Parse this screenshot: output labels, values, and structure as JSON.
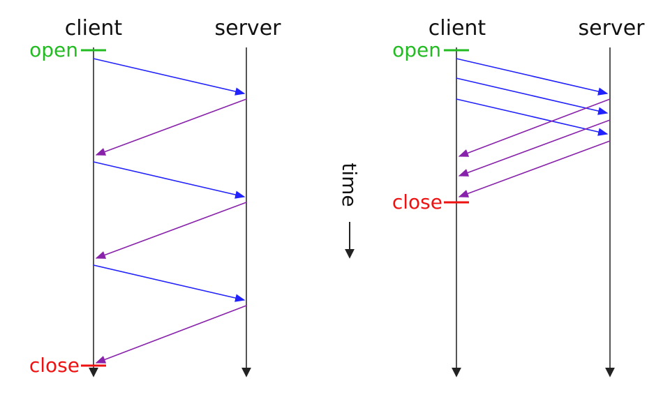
{
  "left_panel": {
    "client_label": "client",
    "server_label": "server",
    "open_label": "open",
    "close_label": "close"
  },
  "right_panel": {
    "client_label": "client",
    "server_label": "server",
    "open_label": "open",
    "close_label": "close"
  },
  "time_label": "time",
  "colors": {
    "request": "#2222ff",
    "response": "#8822aa",
    "open": "#22bb22",
    "close": "#ee1111",
    "lifeline": "#555555"
  }
}
